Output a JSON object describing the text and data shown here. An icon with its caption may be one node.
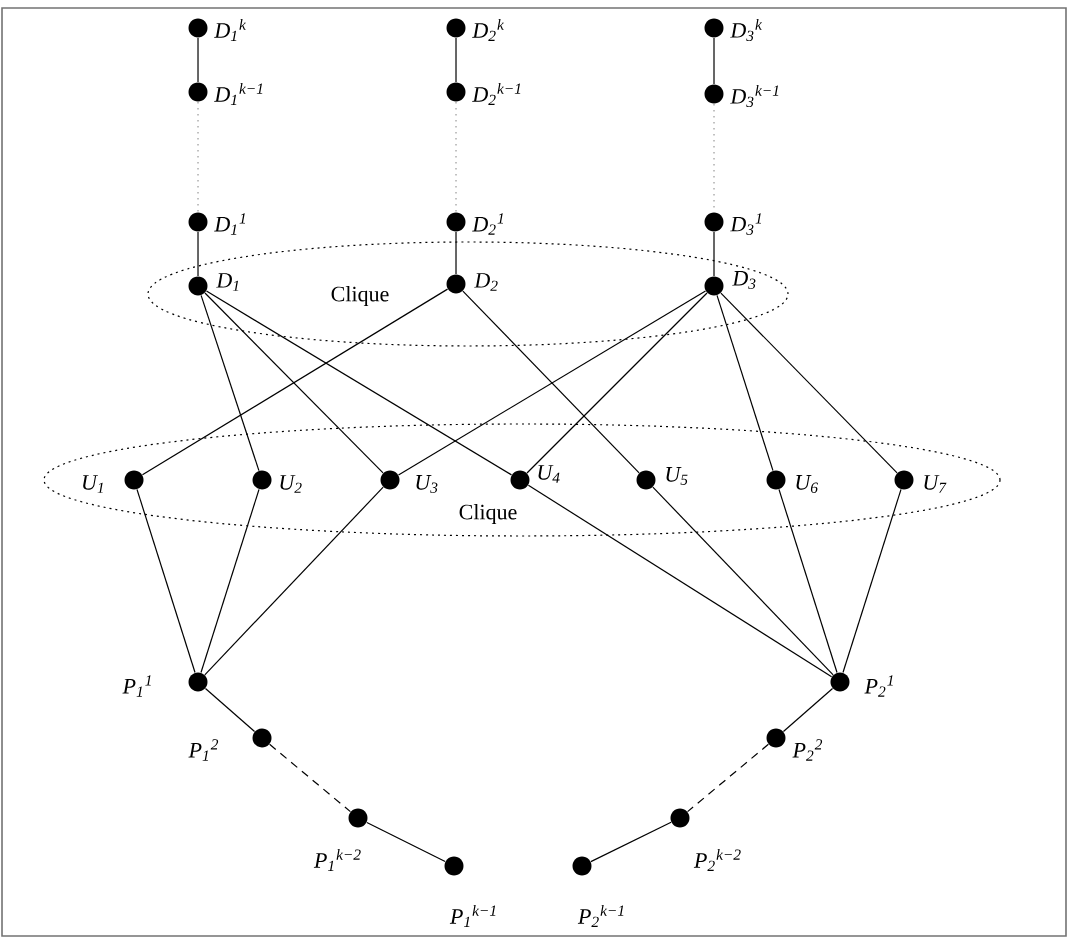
{
  "diagram": {
    "nodes": [
      {
        "text": [],
        "shape": "circle",
        "beside": [
          "D$_{1}$$^{k}$"
        ]
      },
      {
        "text": [],
        "shape": "circle",
        "beside": [
          "D$_{2}$$^{k}$"
        ]
      },
      {
        "text": [],
        "shape": "circle",
        "beside": [
          "D$_{3}$$^{k}$"
        ]
      },
      {
        "text": [],
        "shape": "circle",
        "beside": [
          "D$_{1}$$^{k−1}$"
        ]
      },
      {
        "text": [],
        "shape": "circle",
        "beside": [
          "D$_{2}$$^{k−1}$"
        ]
      },
      {
        "text": [],
        "shape": "circle",
        "beside": [
          "D$_{3}$$^{k−1}$"
        ]
      },
      {
        "text": [],
        "shape": "circle",
        "beside": [
          "D$_{1}$$^{1}$"
        ]
      },
      {
        "text": [],
        "shape": "circle",
        "beside": [
          "D$_{2}$$^{1}$"
        ]
      },
      {
        "text": [],
        "shape": "circle",
        "beside": [
          "D$_{3}$$^{1}$"
        ]
      },
      {
        "text": [
          "Clique"
        ]
      },
      {
        "text": [],
        "shape": "circle",
        "beside": [
          "D$_{1}$"
        ],
        "in": 9
      },
      {
        "text": [],
        "shape": "circle",
        "beside": [
          "D$_{2}$"
        ],
        "in": 9
      },
      {
        "text": [],
        "shape": "circle",
        "beside": [
          "D$_{3}$"
        ],
        "in": 9
      },
      {
        "text": [
          "Clique"
        ]
      },
      {
        "text": [],
        "shape": "circle",
        "beside": [
          "U$_{1}$"
        ],
        "in": 13
      },
      {
        "text": [],
        "shape": "circle",
        "beside": [
          "U$_{2}$"
        ],
        "in": 13
      },
      {
        "text": [],
        "shape": "circle",
        "beside": [
          "U$_{3}$"
        ],
        "in": 13
      },
      {
        "text": [],
        "shape": "circle",
        "beside": [
          "U$_{4}$"
        ],
        "in": 13
      },
      {
        "text": [],
        "shape": "circle",
        "beside": [
          "U$_{5}$"
        ],
        "in": 13
      },
      {
        "text": [],
        "shape": "circle",
        "beside": [
          "U$_{6}$"
        ],
        "in": 13
      },
      {
        "text": [],
        "shape": "circle",
        "beside": [
          "U$_{7}$"
        ],
        "in": 13
      },
      {
        "text": [],
        "shape": "circle",
        "beside": [
          "P$_{1}$$^{1}$"
        ]
      },
      {
        "text": [],
        "shape": "circle",
        "beside": [
          "P$_{2}$$^{1}$"
        ]
      },
      {
        "text": [],
        "shape": "circle",
        "beside": [
          "P$_{1}$$^{2}$"
        ]
      },
      {
        "text": [],
        "shape": "circle",
        "beside": [
          "P$_{2}$$^{2}$"
        ]
      },
      {
        "text": [],
        "shape": "circle",
        "beside": [
          "P$_{1}$$^{k−2}$"
        ]
      },
      {
        "text": [],
        "shape": "circle",
        "beside": [
          "P$_{2}$$^{k−2}$"
        ]
      },
      {
        "text": [],
        "shape": "circle",
        "beside": [
          "P$_{1}$$^{k−1}$"
        ]
      },
      {
        "text": [],
        "shape": "circle",
        "beside": [
          "P$_{2}$$^{k−1}$"
        ]
      }
    ],
    "edges": [
      {
        "from": 0,
        "to": 3,
        "arrow": "none"
      },
      {
        "from": 1,
        "to": 4,
        "arrow": "none"
      },
      {
        "from": 2,
        "to": 5,
        "arrow": "none"
      },
      {
        "from": 3,
        "to": 6,
        "arrow": "none",
        "style": "dashed",
        "color": "#999999"
      },
      {
        "from": 4,
        "to": 7,
        "arrow": "none",
        "style": "dashed",
        "color": "#999999"
      },
      {
        "from": 5,
        "to": 8,
        "arrow": "none",
        "style": "dashed",
        "color": "#999999"
      },
      {
        "from": 6,
        "to": 10,
        "arrow": "none"
      },
      {
        "from": 7,
        "to": 11,
        "arrow": "none"
      },
      {
        "from": 8,
        "to": 12,
        "arrow": "none"
      },
      {
        "from": 10,
        "to": 15,
        "arrow": "none"
      },
      {
        "from": 10,
        "to": 16,
        "arrow": "none"
      },
      {
        "from": 10,
        "to": 17,
        "arrow": "none"
      },
      {
        "from": 11,
        "to": 14,
        "arrow": "none"
      },
      {
        "from": 11,
        "to": 18,
        "arrow": "none"
      },
      {
        "from": 12,
        "to": 16,
        "arrow": "none"
      },
      {
        "from": 12,
        "to": 17,
        "arrow": "none"
      },
      {
        "from": 12,
        "to": 19,
        "arrow": "none"
      },
      {
        "from": 12,
        "to": 20,
        "arrow": "none"
      },
      {
        "from": 14,
        "to": 21,
        "arrow": "none"
      },
      {
        "from": 15,
        "to": 21,
        "arrow": "none"
      },
      {
        "from": 16,
        "to": 21,
        "arrow": "none"
      },
      {
        "from": 17,
        "to": 22,
        "arrow": "none"
      },
      {
        "from": 18,
        "to": 22,
        "arrow": "none"
      },
      {
        "from": 19,
        "to": 22,
        "arrow": "none"
      },
      {
        "from": 20,
        "to": 22,
        "arrow": "none"
      },
      {
        "from": 21,
        "to": 23,
        "arrow": "none"
      },
      {
        "from": 22,
        "to": 24,
        "arrow": "none"
      },
      {
        "from": 23,
        "to": 25,
        "arrow": "none",
        "style": "dashed"
      },
      {
        "from": 24,
        "to": 26,
        "arrow": "none",
        "style": "dashed"
      },
      {
        "from": 25,
        "to": 27,
        "arrow": "none"
      },
      {
        "from": 26,
        "to": 28,
        "arrow": "none"
      }
    ]
  }
}
